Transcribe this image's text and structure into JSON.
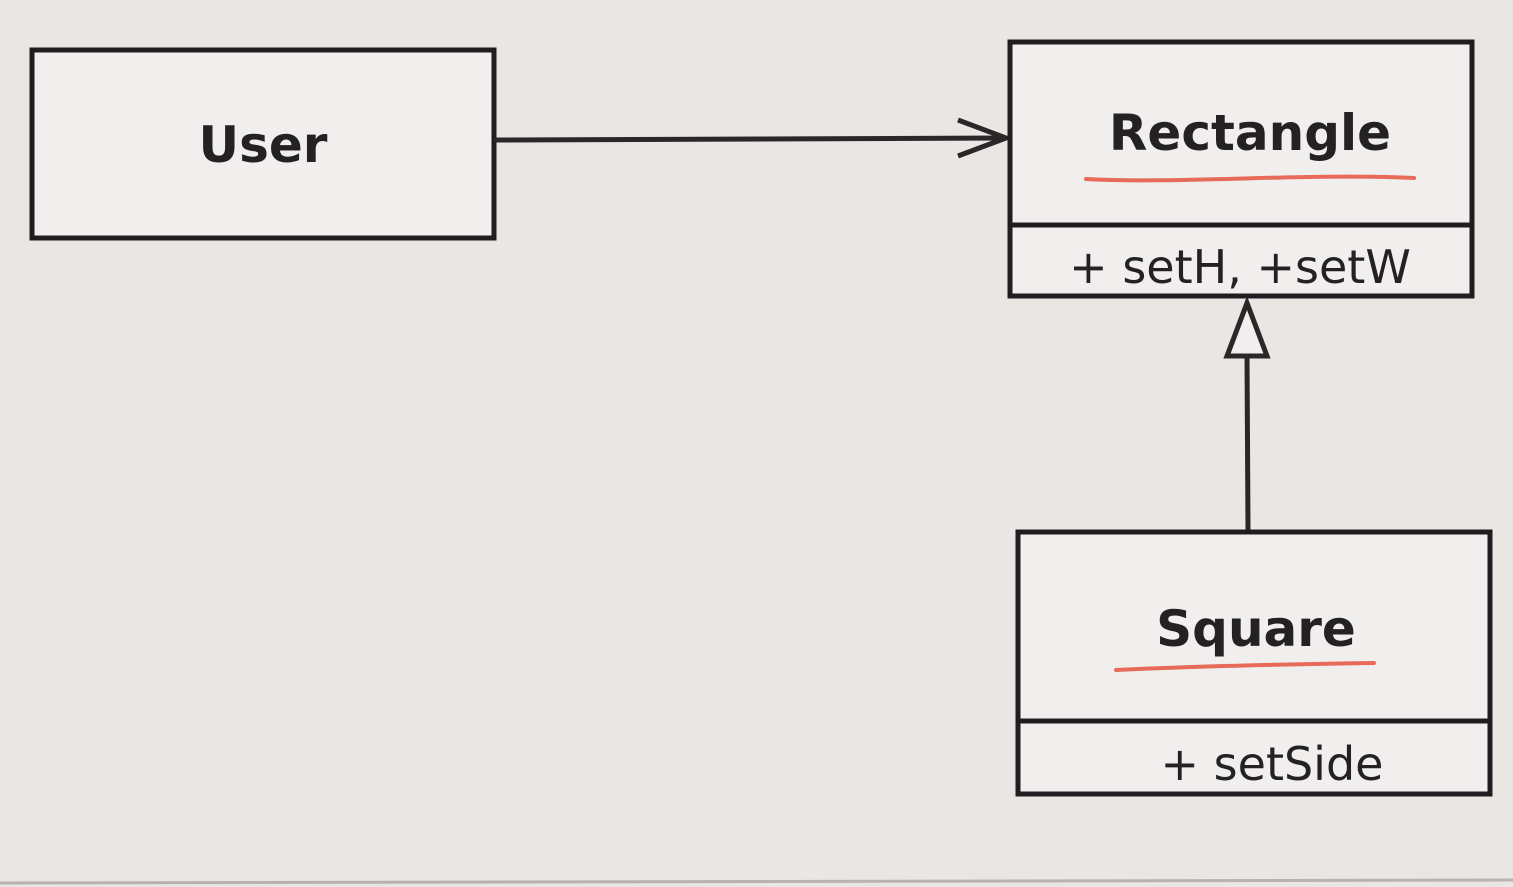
{
  "diagram": {
    "user_box": {
      "name": "User"
    },
    "rectangle_class": {
      "name": "Rectangle",
      "methods": "+ setH, +setW"
    },
    "square_class": {
      "name": "Square",
      "methods": "+ setSide"
    },
    "colors": {
      "line": "#1f1d1f",
      "highlight_underline": "#e76a5a",
      "paper": "#e9e6e4"
    }
  }
}
